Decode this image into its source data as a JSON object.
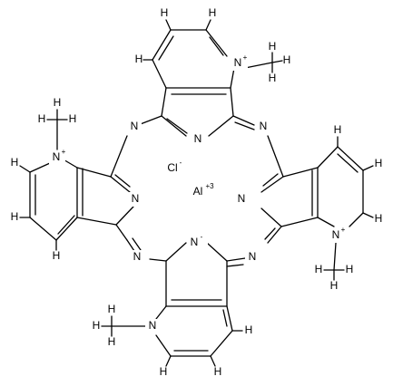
{
  "molecule": {
    "ions": {
      "chloride": "Cl",
      "chloride_charge": "-",
      "aluminium": "Al",
      "aluminium_charge": "+3"
    },
    "atom_labels": {
      "pyridinium_n": "N",
      "pyridinium_charge": "+",
      "pyrrole_n": "N",
      "anionic_n_charge": "-",
      "imine_n": "N",
      "methyl": "CH3_stub",
      "hydrogen": "H"
    }
  }
}
